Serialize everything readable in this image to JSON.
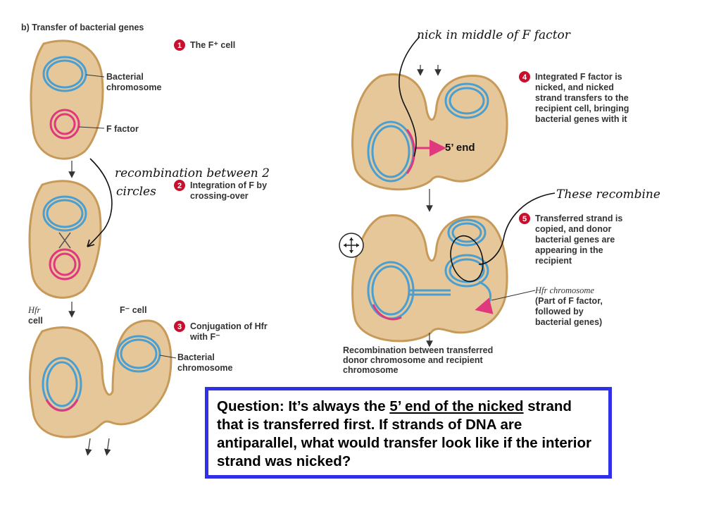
{
  "figure": {
    "section_title": "b) Transfer of bacterial genes",
    "steps": [
      {
        "number": "1",
        "text": "The F⁺ cell"
      },
      {
        "number": "2",
        "line1": "Integration of F by",
        "line2": "crossing-over"
      },
      {
        "number": "3",
        "line1": "Conjugation of Hfr",
        "line2": "with F⁻"
      },
      {
        "number": "4",
        "line1": "Integrated F factor is",
        "line2": "nicked, and nicked",
        "line3": "strand transfers to the",
        "line4": "recipient cell, bringing",
        "line5": "bacterial genes with it"
      },
      {
        "number": "5",
        "line1": "Transferred strand is",
        "line2": "copied, and donor",
        "line3": "bacterial genes are",
        "line4": "appearing in the",
        "line5": "recipient"
      }
    ],
    "labels": {
      "bacterial_chromosome_1": "Bacterial",
      "bacterial_chromosome_2": "chromosome",
      "f_factor": "F factor",
      "hfr_1": "Hfr",
      "hfr_2": "cell",
      "f_minus_cell": "F⁻ cell",
      "bact_chrom_b1": "Bacterial",
      "bact_chrom_b2": "chromosome",
      "five_prime_end": "5’ end",
      "hfr_chrom_1": "Hfr chromosome",
      "hfr_chrom_2": "(Part of F factor,",
      "hfr_chrom_3": "followed by",
      "hfr_chrom_4": "bacterial genes)",
      "recomb_1": "Recombination between transferred",
      "recomb_2": "donor chromosome and recipient",
      "recomb_3": "chromosome"
    }
  },
  "annotations": {
    "nick_note": "nick in middle of F factor",
    "recomb_note_1": "recombination between 2",
    "recomb_note_2": "circles",
    "these_note": "These recombine"
  },
  "question": {
    "prefix": "Question: It’s always the ",
    "underlined": "5’ end of the nicked",
    "rest": " strand that is transferred first.  If strands of DNA are antiparallel, what would transfer look like if the interior strand was nicked?"
  },
  "colors": {
    "cell_fill": "#e6c79a",
    "cell_border": "#c79a5a",
    "chromosome": "#4a9fd0",
    "f_factor": "#e0387c",
    "accent": "#c8102e",
    "question_border": "#3030e8"
  },
  "icons": {
    "move_handle": "move-icon"
  }
}
